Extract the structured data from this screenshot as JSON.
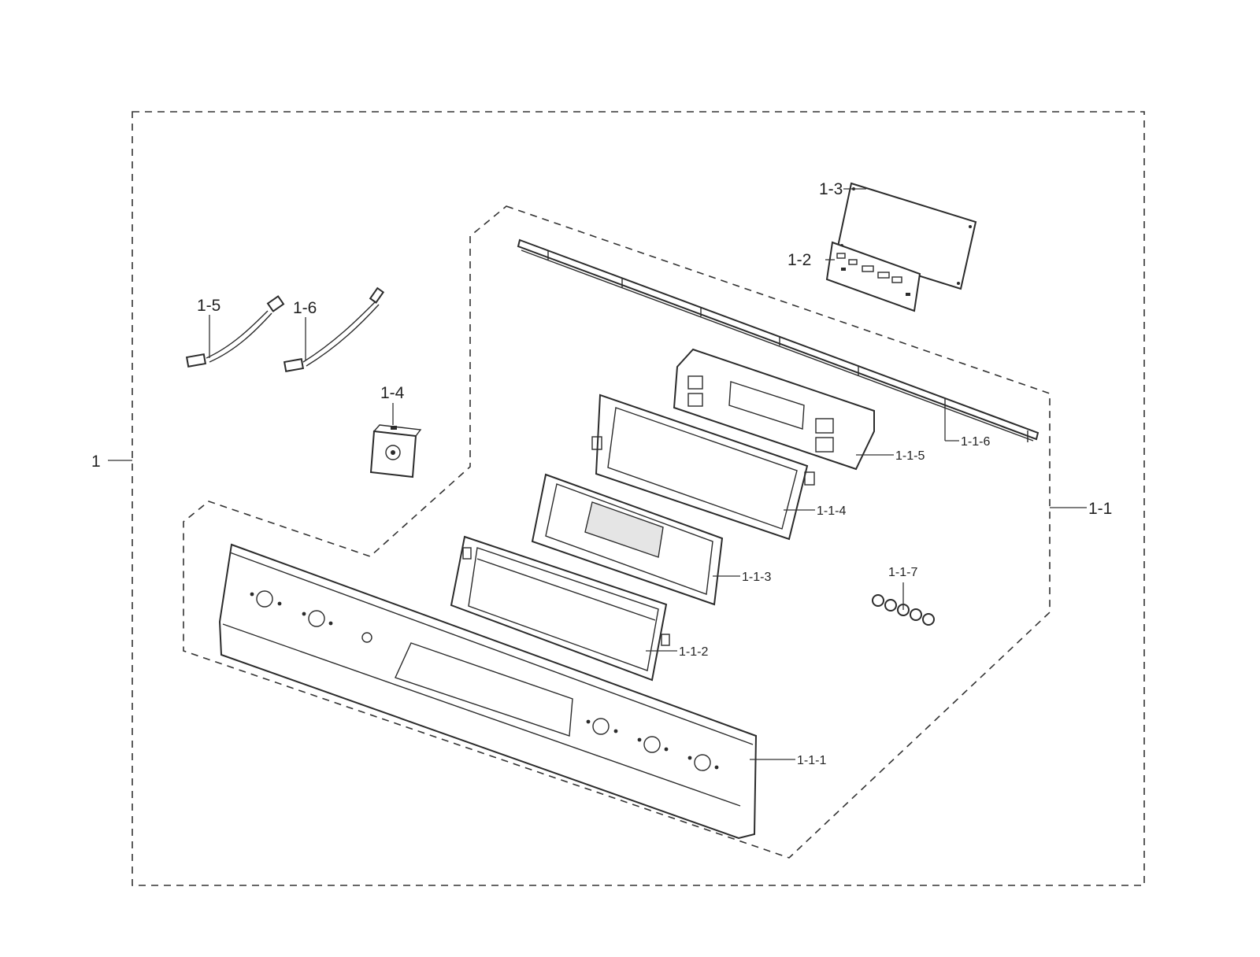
{
  "labels": {
    "assembly": "1",
    "sub_assembly": "1-1",
    "p1_1_1": "1-1-1",
    "p1_1_2": "1-1-2",
    "p1_1_3": "1-1-3",
    "p1_1_4": "1-1-4",
    "p1_1_5": "1-1-5",
    "p1_1_6": "1-1-6",
    "p1_1_7": "1-1-7",
    "p1_2": "1-2",
    "p1_3": "1-3",
    "p1_4": "1-4",
    "p1_5": "1-5",
    "p1_6": "1-6"
  },
  "colors": {
    "line": "#2b2b2b",
    "background": "#ffffff"
  }
}
